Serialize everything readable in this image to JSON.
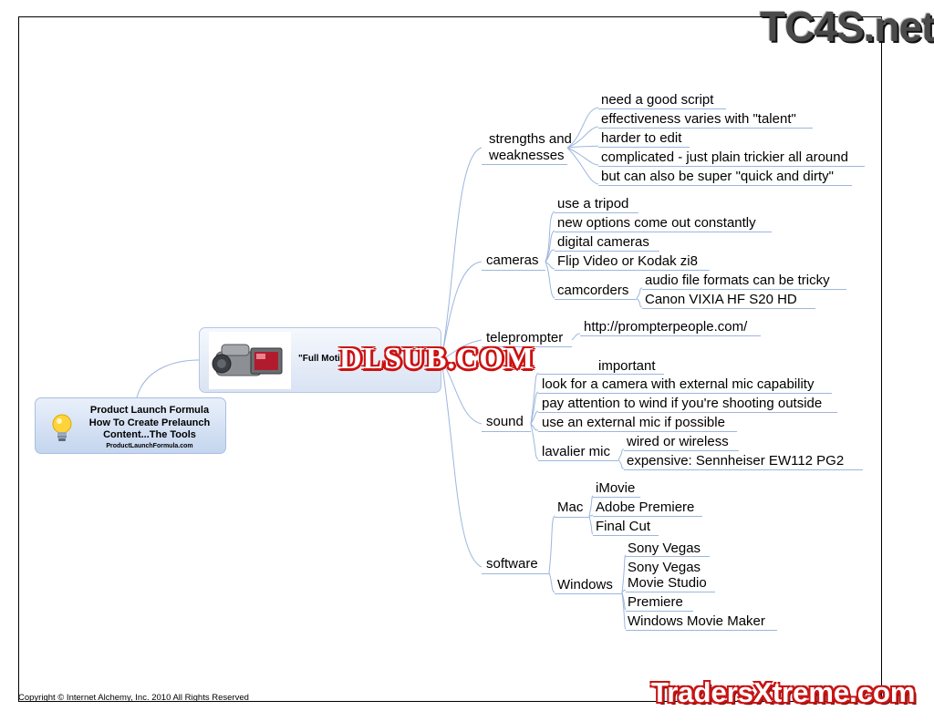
{
  "root": {
    "lines": [
      "Product Launch Formula",
      "How To Create Prelaunch",
      "Content...The Tools"
    ],
    "sub": "ProductLaunchFormula.com",
    "icon": "lightbulb-icon"
  },
  "center": {
    "label": "\"Full Moti",
    "icon": "camcorder-icon"
  },
  "branches": {
    "strengths": {
      "label": [
        "strengths and",
        "weaknesses"
      ],
      "items": [
        "need a good script",
        "effectiveness varies with \"talent\"",
        "harder to edit",
        "complicated - just plain trickier all around",
        "but can also be super \"quick and dirty\""
      ]
    },
    "cameras": {
      "label": "cameras",
      "items": [
        "use a tripod",
        "new options come out constantly",
        "digital cameras",
        "Flip Video or Kodak zi8"
      ],
      "camcorders": {
        "label": "camcorders",
        "items": [
          "audio file formats can be tricky",
          "Canon VIXIA HF S20 HD"
        ]
      }
    },
    "teleprompter": {
      "label": "teleprompter",
      "items": [
        "http://prompterpeople.com/"
      ]
    },
    "sound": {
      "label": "sound",
      "items": [
        "important",
        "look for a camera with external mic capability",
        "pay attention to wind if you're shooting outside",
        "use an external mic if possible"
      ],
      "lavalier": {
        "label": "lavalier mic",
        "items": [
          "wired or wireless",
          "expensive: Sennheiser EW112 PG2"
        ]
      }
    },
    "software": {
      "label": "software",
      "mac": {
        "label": "Mac",
        "items": [
          "iMovie",
          "Adobe Premiere",
          "Final Cut"
        ]
      },
      "windows": {
        "label": "Windows",
        "items": [
          "Sony Vegas",
          "Sony Vegas",
          "Movie Studio",
          "Premiere",
          "Windows Movie Maker"
        ]
      }
    }
  },
  "footer": {
    "copyright": "Copyright ©  Internet Alchemy, Inc.  2010 All Rights Reserved"
  },
  "watermarks": {
    "top_right": "TC4S.net",
    "center": "DLSUB.COM",
    "bottom_right": "TradersXtreme.com"
  },
  "colors": {
    "connector": "#9db6de",
    "root_bg": "#c4d5ee",
    "watermark_red": "#cc1111"
  }
}
